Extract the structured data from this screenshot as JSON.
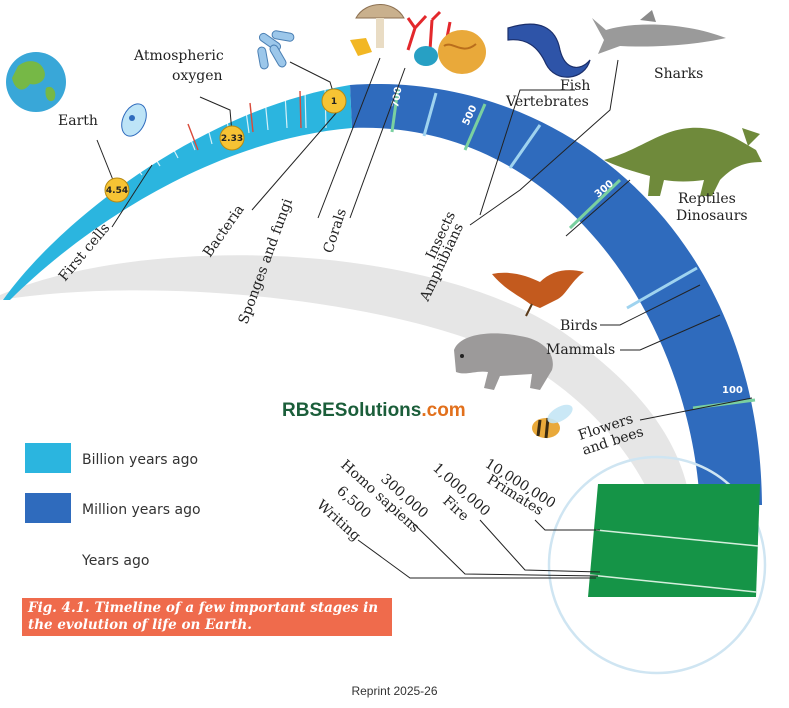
{
  "watermark": {
    "part1": "RBSE",
    "part2": "Solutions",
    "part3": ".com",
    "color1": "#1b5e3a",
    "color2": "#1b5e3a",
    "color3": "#e2701c"
  },
  "legend": [
    {
      "label": "Billion years ago",
      "color": "#2bb5df"
    },
    {
      "label": "Million years ago",
      "color": "#2f6bbd"
    },
    {
      "label": "Years ago",
      "color": "#ffffff"
    }
  ],
  "caption": {
    "line1": "Fig. 4.1. Timeline of a few important stages in",
    "line2": "the evolution of life on Earth."
  },
  "footer": "Reprint 2025-26",
  "arc_ticks": {
    "t700": "700",
    "t500": "500",
    "t300": "300",
    "t100": "100"
  },
  "markers": {
    "earth": "4.54",
    "oxygen": "2.33",
    "bacteria": "1"
  },
  "events": {
    "earth": "Earth",
    "first_cells": "First cells",
    "oxygen_1": "Atmospheric",
    "oxygen_2": "oxygen",
    "bacteria": "Bacteria",
    "sponges": "Sponges and fungi",
    "corals": "Corals",
    "insects": "Insects",
    "amphibians": "Amphibians",
    "fish": "Fish",
    "vertebrates": "Vertebrates",
    "sharks": "Sharks",
    "reptiles": "Reptiles",
    "dinosaurs": "Dinosaurs",
    "birds": "Birds",
    "mammals": "Mammals",
    "flowers_1": "Flowers",
    "flowers_2": "and bees",
    "primates_n": "10,000,000",
    "primates": "Primates",
    "fire_n": "1,000,000",
    "fire": "Fire",
    "homo_n": "300,000",
    "homo": "Homo sapiens",
    "writing_n": "6,500",
    "writing": "Writing"
  },
  "colors": {
    "billion": "#2bb5df",
    "million": "#2f6bbd",
    "recent": "#159447",
    "gray_arc": "#e6e6e6",
    "coin": "#f6c334"
  }
}
